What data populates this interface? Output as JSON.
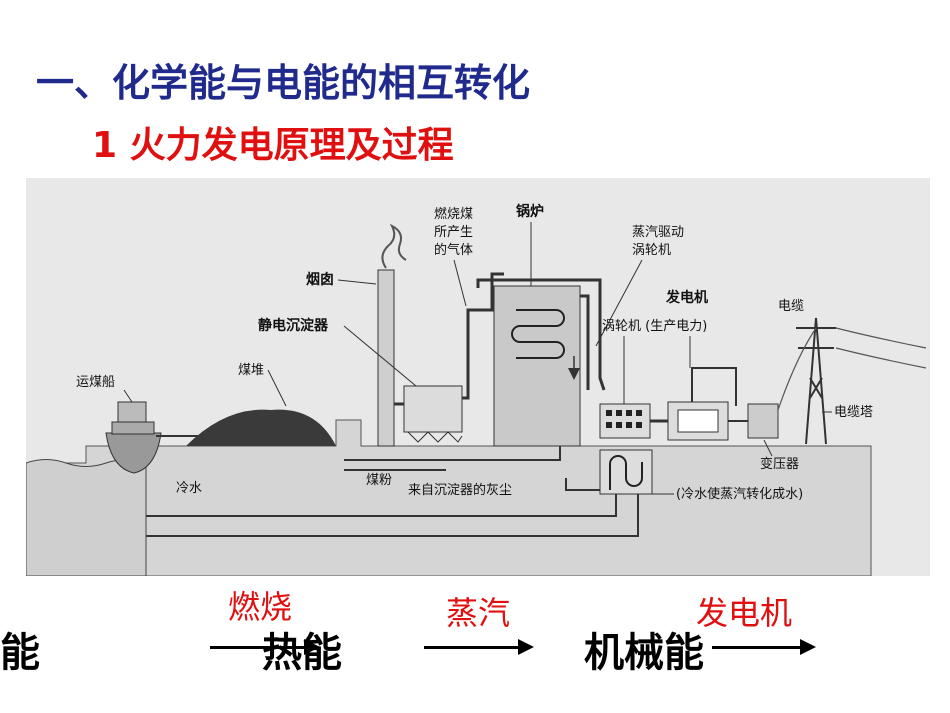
{
  "title": "一、化学能与电能的相互转化",
  "subtitle": "1 火力发电原理及过程",
  "diagram": {
    "labels": {
      "yancong": "烟囱",
      "jingdian": "静电沉淀器",
      "meidui": "煤堆",
      "yunmeichuan": "运煤船",
      "ranshaomei": [
        "燃烧煤",
        "所产生",
        "的气体"
      ],
      "guolu": "锅炉",
      "zhengqi": [
        "蒸汽驱动",
        "涡轮机"
      ],
      "fadianji": "发电机",
      "wolunji": "涡轮机 (生产电力)",
      "dianlan": "电缆",
      "dianlanta": "电缆塔",
      "bianyaqi": "变压器",
      "lengshui": "冷水",
      "meifen": "煤粉",
      "huichen": "来自沉淀器的灰尘",
      "lengshui_note": "(冷水使蒸汽转化成水)"
    }
  },
  "flow": {
    "w1": "能",
    "l1": "燃烧",
    "w2": "热能",
    "l2": "蒸汽",
    "w3": "机械能",
    "l3": "发电机"
  }
}
